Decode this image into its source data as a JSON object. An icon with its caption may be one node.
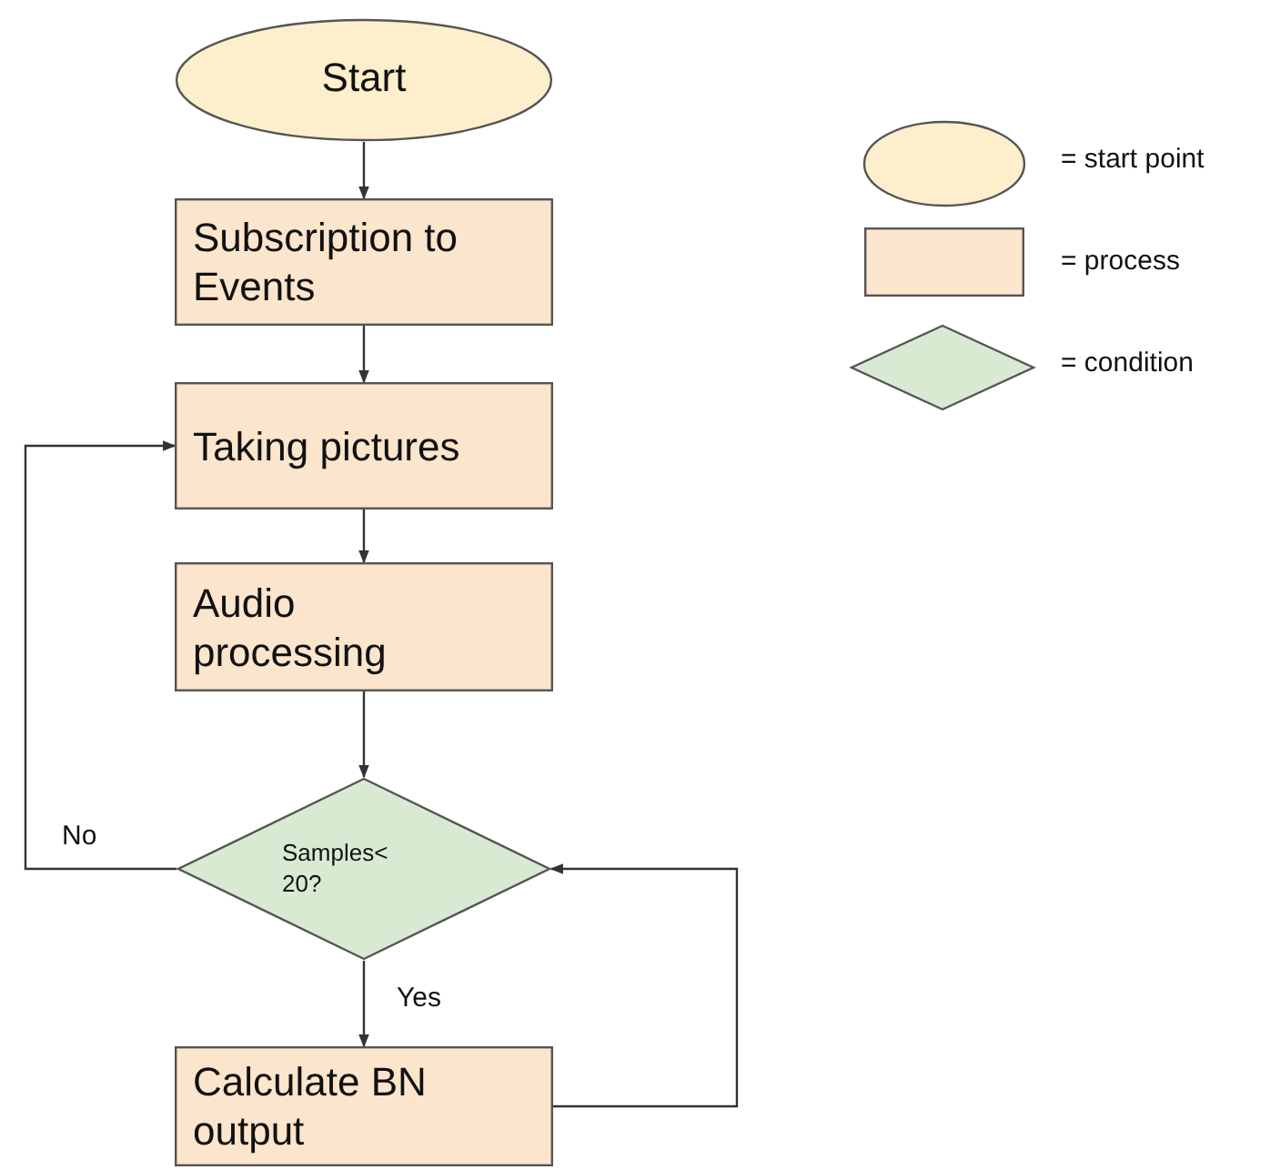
{
  "diagram": {
    "nodes": [
      {
        "text": [
          "Start"
        ]
      },
      {
        "text": [
          "Subscription to Events"
        ]
      },
      {
        "text": [
          "Taking pictures"
        ]
      },
      {
        "text": [
          "Audio processing"
        ]
      },
      {
        "text": [
          "Samples< 20?"
        ]
      },
      {
        "text": [
          "Calculate BN output"
        ]
      }
    ],
    "edges": [
      {
        "from": 0,
        "to": 1,
        "arrow": "to"
      },
      {
        "from": 1,
        "to": 2,
        "arrow": "to"
      },
      {
        "from": 2,
        "to": 3,
        "arrow": "to"
      },
      {
        "from": 3,
        "to": 4,
        "arrow": "to"
      },
      {
        "from": 4,
        "to": 2,
        "arrow": "to",
        "label": "No"
      },
      {
        "from": 4,
        "to": 5,
        "arrow": "to",
        "label": "Yes"
      },
      {
        "from": 5,
        "to": 4,
        "arrow": "to"
      }
    ],
    "legend": [
      {
        "text": "= start point",
        "color": "#fdefcc"
      },
      {
        "text": "= process",
        "color": "#fce5cd"
      },
      {
        "text": "= condition",
        "color": "#d9ead3"
      }
    ]
  }
}
